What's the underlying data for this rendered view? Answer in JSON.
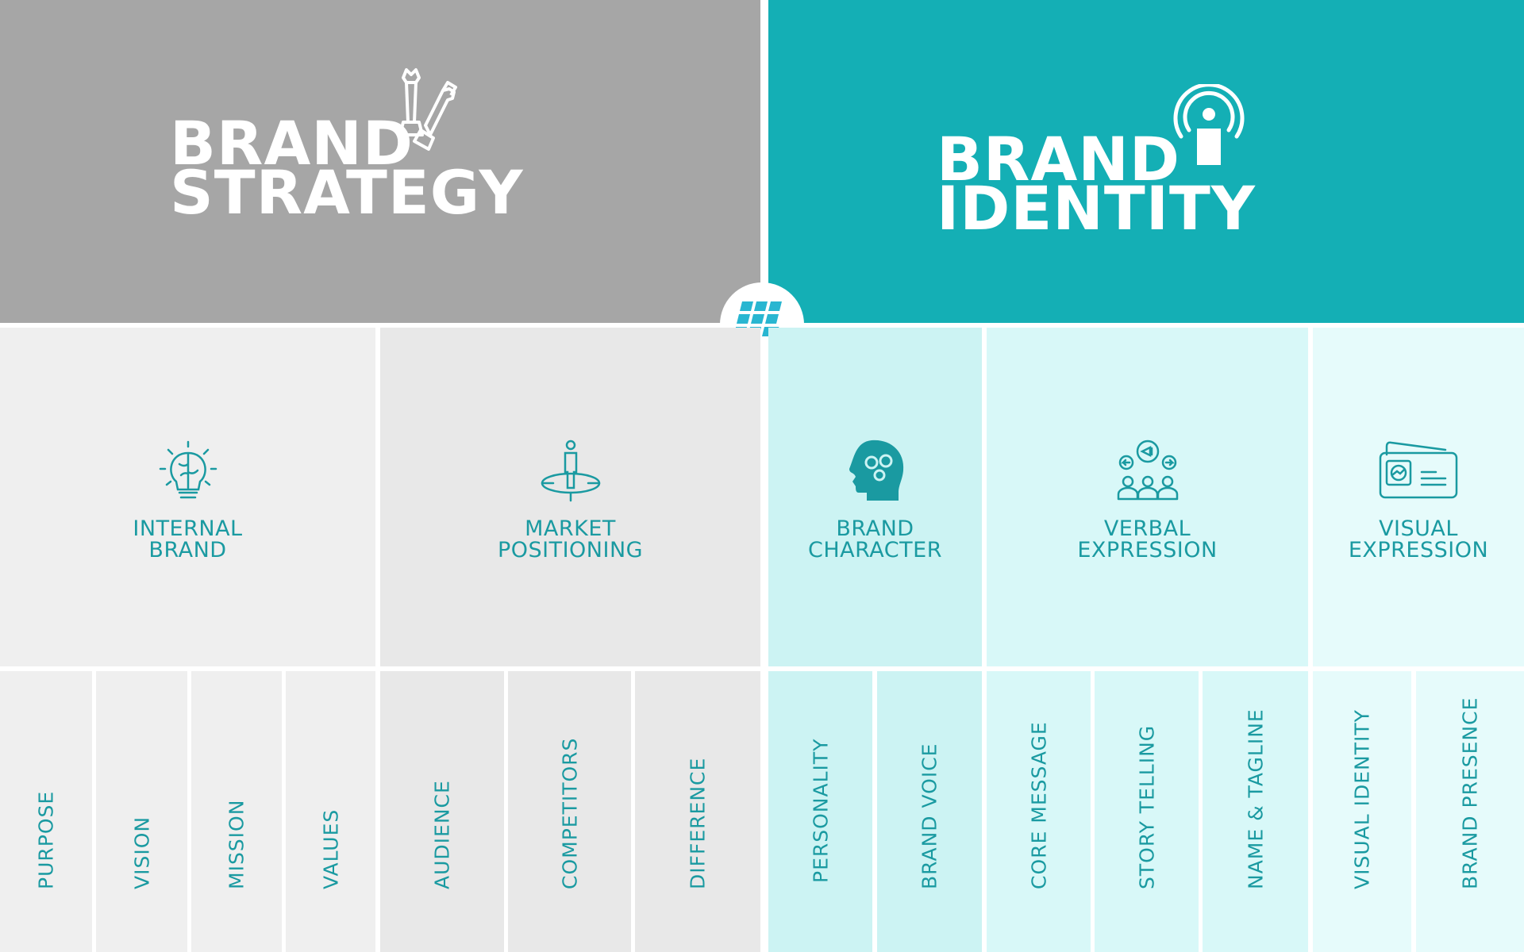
{
  "header": {
    "strategy": {
      "line1": "BRAND",
      "line2": "STRATEGY",
      "icon": "chess-pieces-icon"
    },
    "identity": {
      "line1": "BRAND",
      "line2": "IDENTITY",
      "icon": "podcast-person-icon"
    }
  },
  "center_logo": "grid-logo-icon",
  "categories": [
    {
      "line1": "INTERNAL",
      "line2": "BRAND",
      "icon": "lightbulb-brain-icon"
    },
    {
      "line1": "MARKET",
      "line2": "POSITIONING",
      "icon": "person-target-icon"
    },
    {
      "line1": "BRAND",
      "line2": "CHARACTER",
      "icon": "head-gears-icon"
    },
    {
      "line1": "VERBAL",
      "line2": "EXPRESSION",
      "icon": "group-speech-icon"
    },
    {
      "line1": "VISUAL",
      "line2": "EXPRESSION",
      "icon": "cards-icon"
    }
  ],
  "items": [
    "PURPOSE",
    "VISION",
    "MISSION",
    "VALUES",
    "AUDIENCE",
    "COMPETITORS",
    "DIFFERENCE",
    "PERSONALITY",
    "BRAND VOICE",
    "CORE MESSAGE",
    "STORY TELLING",
    "NAME & TAGLINE",
    "VISUAL IDENTITY",
    "BRAND PRESENCE"
  ],
  "colors": {
    "strategy_header": "#a6a6a6",
    "identity_header": "#14afb5",
    "text_teal": "#1a9aa1"
  }
}
